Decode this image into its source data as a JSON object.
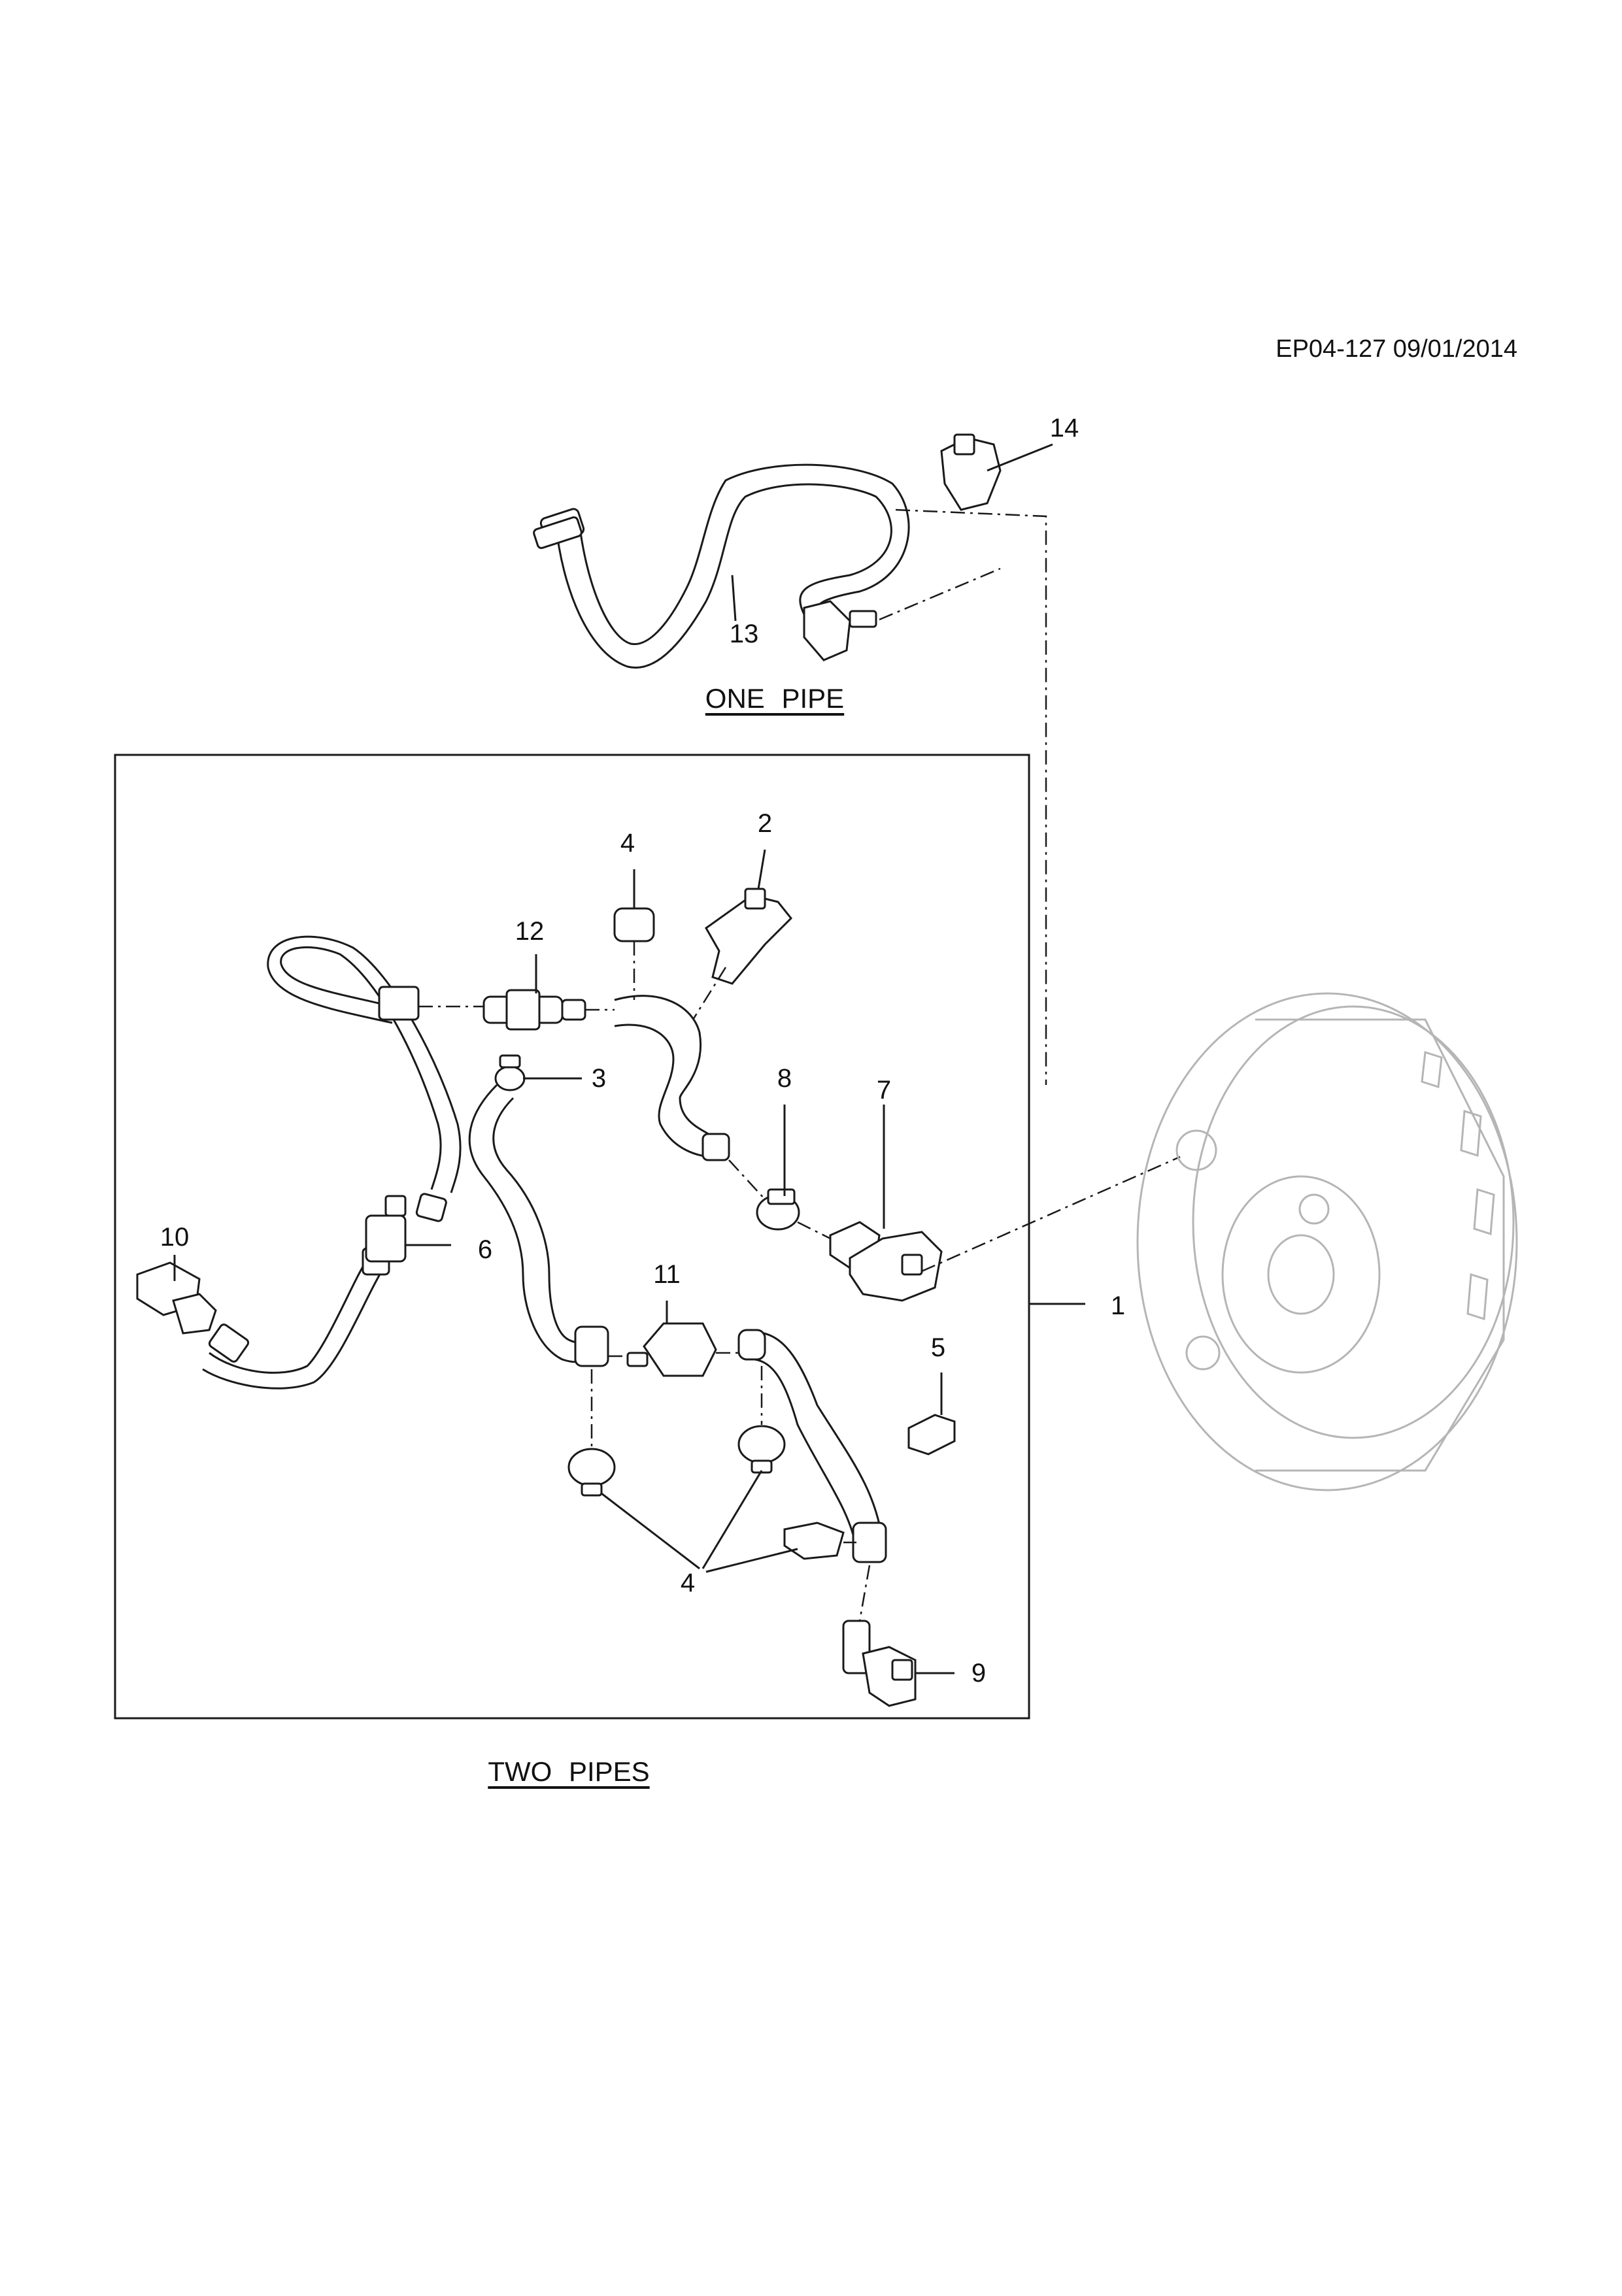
{
  "header": {
    "reference": "EP04-127 09/01/2014"
  },
  "sections": {
    "one_pipe": {
      "caption": "ONE  PIPE"
    },
    "two_pipes": {
      "caption": "TWO  PIPES"
    }
  },
  "callouts": [
    "1",
    "2",
    "3",
    "4",
    "5",
    "6",
    "7",
    "8",
    "9",
    "10",
    "11",
    "12",
    "13",
    "14"
  ],
  "callout_4_repeat": "4"
}
